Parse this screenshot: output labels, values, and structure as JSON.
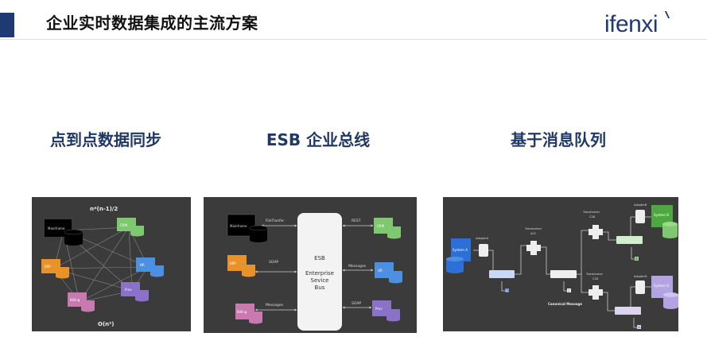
{
  "header": {
    "title": "企业实时数据集成的主流方案",
    "logo": "ifenxi"
  },
  "sections": [
    {
      "heading": "点到点数据同步"
    },
    {
      "heading": "ESB 企业总线"
    },
    {
      "heading": "基于消息队列"
    }
  ],
  "p2p": {
    "formula": "n*(n-1)/2",
    "complexity": "O(n²)",
    "nodes": [
      "Mainframe",
      "CRM",
      "ERP",
      "HR",
      "Prov",
      "Billing"
    ]
  },
  "esb": {
    "bus_title": "ESB",
    "bus_line1": "Enterprise",
    "bus_line2": "Sevice",
    "bus_line3": "Bus",
    "nodes": {
      "mainframe": "Mainframe",
      "crm": "CRM",
      "erp": "ERP",
      "hr": "HR",
      "billing": "Billing",
      "prov": "Prov"
    },
    "links": {
      "filetransfer": "FileTranfer",
      "rest": "REST",
      "soap_left": "SOAP",
      "messages_right": "Messages",
      "messages_left": "Messages",
      "soap_right": "SOAP"
    }
  },
  "mq": {
    "system_a": "System A",
    "system_b": "System B",
    "system_d": "System D",
    "adapter_a": "AdapterA",
    "adapter_b": "AdapterB",
    "adapter_d": "AdapterD",
    "transformer": "Transformer",
    "a2c": "A2C",
    "c2b": "C2B",
    "c2d": "C2D",
    "canonical": "Canonical Message",
    "marker_a": "A",
    "marker_c": "C",
    "marker_b": "B",
    "marker_d": "D"
  },
  "colors": {
    "accent": "#1f3a73",
    "panel": "#3b3b3b",
    "crm": "#7ec96f",
    "erp": "#e8922a",
    "hr": "#4d8fe0",
    "prov": "#8a72c8",
    "billing": "#c87ab0"
  }
}
